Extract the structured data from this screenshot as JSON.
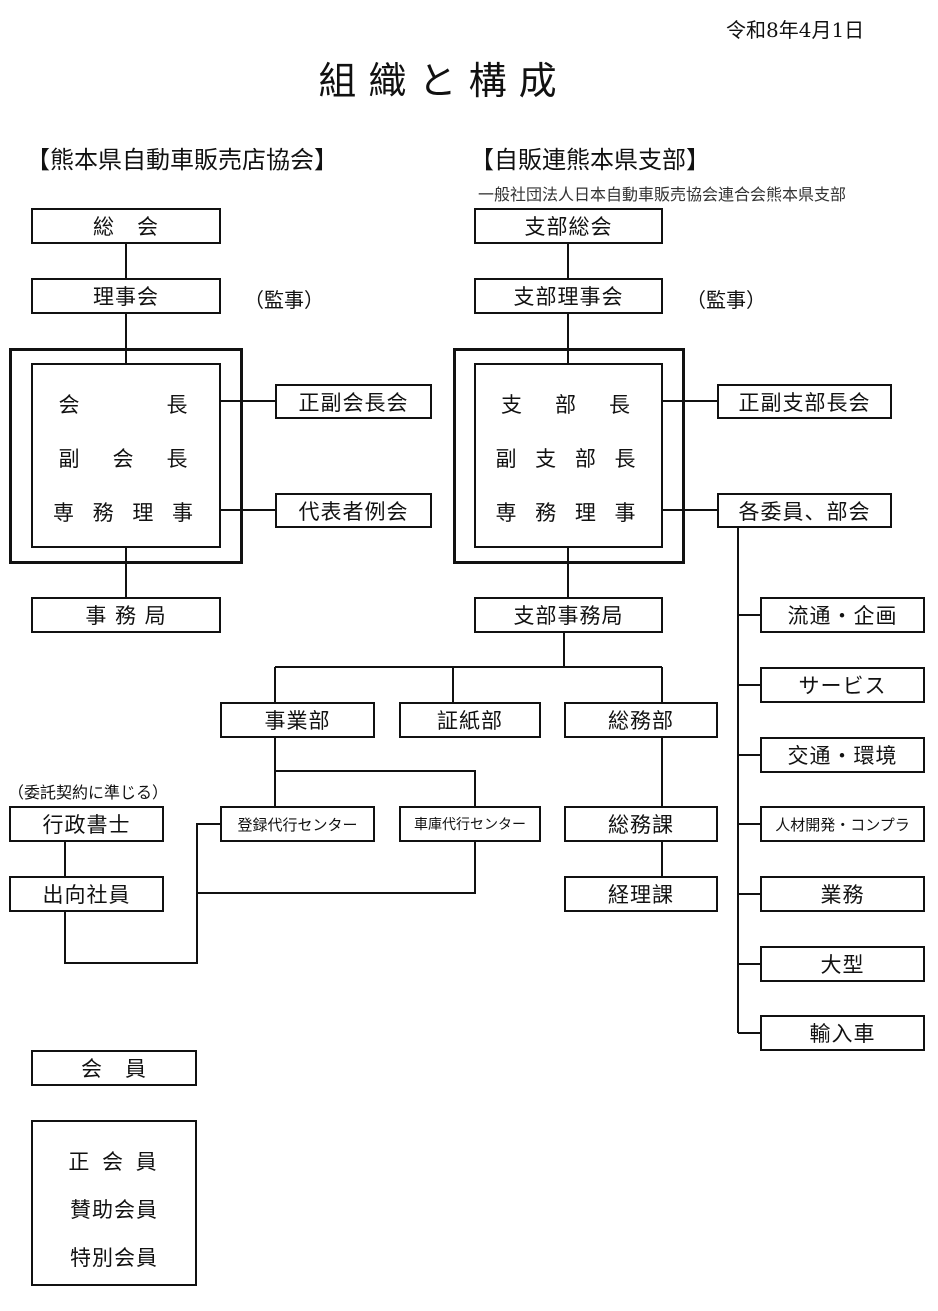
{
  "date": "令和8年4月1日",
  "title": "組 織 と 構 成",
  "left": {
    "header": "【熊本県自動車販売店協会】",
    "general_meeting": "総　会",
    "board": "理事会",
    "auditor": "（監事）",
    "officers": [
      "会　　　長",
      "副　会　長",
      "専 務 理 事"
    ],
    "vice_chair_meeting": "正副会長会",
    "representative_meeting": "代表者例会",
    "secretariat": "事 務 局",
    "scrivener_note": "（委託契約に準じる）",
    "scrivener": "行政書士",
    "seconded_staff": "出向社員",
    "members": "会　員",
    "member_types": [
      "正 会 員",
      "賛助会員",
      "特別会員"
    ]
  },
  "right": {
    "header": "【自販連熊本県支部】",
    "subtitle": "一般社団法人日本自動車販売協会連合会熊本県支部",
    "general_meeting": "支部総会",
    "board": "支部理事会",
    "auditor": "（監事）",
    "officers": [
      "支　部　長",
      "副 支 部 長",
      "専 務 理 事"
    ],
    "vice_chief_meeting": "正副支部長会",
    "committees": "各委員、部会",
    "secretariat": "支部事務局",
    "departments": [
      "事業部",
      "証紙部",
      "総務部"
    ],
    "registration_center": "登録代行センター",
    "garage_center": "車庫代行センター",
    "general_affairs_section": "総務課",
    "accounting_section": "経理課",
    "committee_list": [
      "流通・企画",
      "サービス",
      "交通・環境",
      "人材開発・コンプラ",
      "業務",
      "大型",
      "輸入車"
    ]
  }
}
